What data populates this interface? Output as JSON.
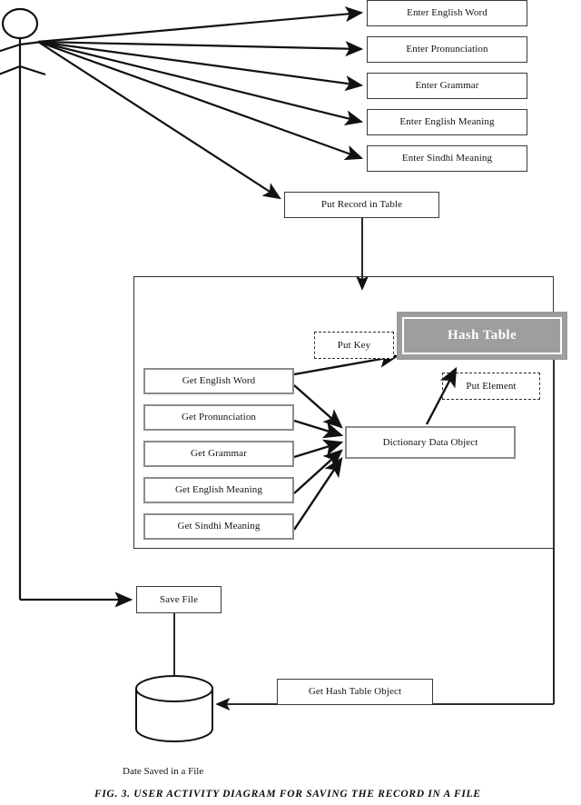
{
  "figure": {
    "caption": "FIG. 3. USER ACTIVITY DIAGRAM FOR SAVING THE RECORD IN A FILE",
    "actor_name": "user-actor"
  },
  "enter_steps": [
    {
      "label": "Enter English Word"
    },
    {
      "label": "Enter Pronunciation"
    },
    {
      "label": "Enter Grammar"
    },
    {
      "label": "Enter English Meaning"
    },
    {
      "label": "Enter Sindhi Meaning"
    }
  ],
  "put_record": {
    "label": "Put Record in Table"
  },
  "get_steps": [
    {
      "label": "Get English Word"
    },
    {
      "label": "Get Pronunciation"
    },
    {
      "label": "Get Grammar"
    },
    {
      "label": "Get English Meaning"
    },
    {
      "label": "Get Sindhi Meaning"
    }
  ],
  "annotations": {
    "put_key": "Put Key",
    "put_element": "Put Element"
  },
  "hash_table": {
    "label": "Hash Table"
  },
  "dictionary_object": {
    "label": "Dictionary Data Object"
  },
  "save_file": {
    "label": "Save File"
  },
  "get_hash_table_object": {
    "label": "Get Hash Table Object"
  },
  "datastore": {
    "label": "Date Saved in a File"
  },
  "colors": {
    "hash_table_fill": "#9e9e9e",
    "hash_table_text": "#ffffff",
    "line": "#111111",
    "gray_border": "#8c8c8c",
    "dark_border": "#3a3a3a"
  },
  "chart_data": {
    "type": "table",
    "title": "FIG. 3. USER ACTIVITY DIAGRAM FOR SAVING THE RECORD IN A FILE"
  }
}
